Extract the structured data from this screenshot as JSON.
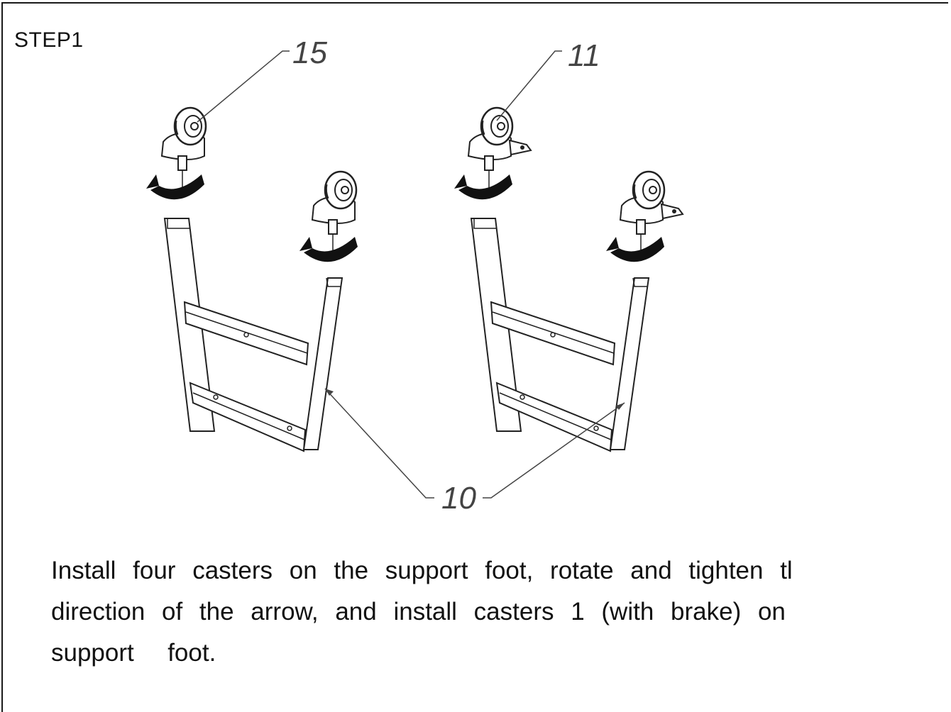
{
  "step_title": "STEP1",
  "callouts": {
    "caster_plain": "15",
    "caster_brake": "11",
    "support_foot": "10"
  },
  "instructions": {
    "line1": "Install four casters on the support foot, rotate and tighten tl",
    "line2": "direction of the arrow, and install casters 1 (with brake) on",
    "line3": "support  foot."
  }
}
